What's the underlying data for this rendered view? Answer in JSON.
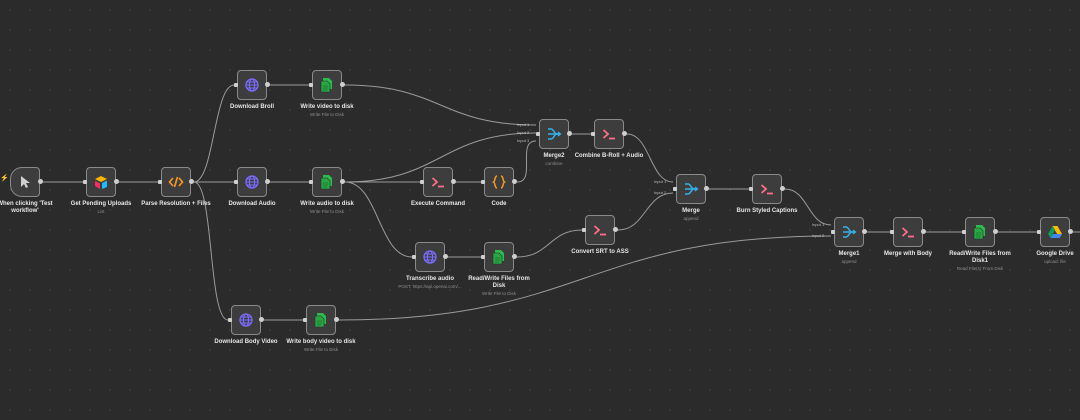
{
  "canvas": {
    "colors": {
      "background": "#2b2b2b",
      "node_fill": "#3d3d3d",
      "node_border": "#8a8a8a",
      "edge": "#9b9b9b",
      "http_icon": "#7b6cff",
      "file_icon": "#2dbb4e",
      "exec_icon": "#ff6d8a",
      "code_icon": "#ff9a1f",
      "merge_icon": "#35b1e8",
      "trigger_icon": "#cfcfcf"
    },
    "nodes": [
      {
        "id": "trigger",
        "label": "When clicking 'Test workflow'",
        "sub": "",
        "icon": "cursor-icon"
      },
      {
        "id": "pending",
        "label": "Get Pending Uploads",
        "sub": "List",
        "icon": "airtable-icon"
      },
      {
        "id": "parse",
        "label": "Parse Resolution + Files",
        "sub": "",
        "icon": "code-icon"
      },
      {
        "id": "dl_broll",
        "label": "Download Broll",
        "sub": "",
        "icon": "globe-icon"
      },
      {
        "id": "write_video",
        "label": "Write video to disk",
        "sub": "Write File to Disk",
        "icon": "file-icon"
      },
      {
        "id": "dl_audio",
        "label": "Download Audio",
        "sub": "",
        "icon": "globe-icon"
      },
      {
        "id": "write_audio",
        "label": "Write audio to disk",
        "sub": "Write File to Disk",
        "icon": "file-icon"
      },
      {
        "id": "exec",
        "label": "Execute Command",
        "sub": "",
        "icon": "terminal-icon"
      },
      {
        "id": "code",
        "label": "Code",
        "sub": "",
        "icon": "braces-icon"
      },
      {
        "id": "merge2",
        "label": "Merge2",
        "sub": "combine",
        "icon": "merge-icon"
      },
      {
        "id": "combine",
        "label": "Combine B-Roll + Audio",
        "sub": "",
        "icon": "terminal-icon"
      },
      {
        "id": "transcribe",
        "label": "Transcribe audio",
        "sub": "POST: https://api.openai.com/...",
        "icon": "globe-icon"
      },
      {
        "id": "rw_files",
        "label": "Read/Write Files from Disk",
        "sub": "Write File to Disk",
        "icon": "file-icon"
      },
      {
        "id": "convert",
        "label": "Convert SRT to ASS",
        "sub": "",
        "icon": "terminal-icon"
      },
      {
        "id": "merge",
        "label": "Merge",
        "sub": "append",
        "icon": "merge-icon"
      },
      {
        "id": "burn",
        "label": "Burn Styled Captions",
        "sub": "",
        "icon": "terminal-icon"
      },
      {
        "id": "dl_body",
        "label": "Download Body Video",
        "sub": "",
        "icon": "globe-icon"
      },
      {
        "id": "write_body",
        "label": "Write body video to disk",
        "sub": "Write File to Disk",
        "icon": "file-icon"
      },
      {
        "id": "merge1",
        "label": "Merge1",
        "sub": "append",
        "icon": "merge-icon"
      },
      {
        "id": "merge_body",
        "label": "Merge with Body",
        "sub": "",
        "icon": "terminal-icon"
      },
      {
        "id": "rw_files1",
        "label": "Read/Write Files from Disk1",
        "sub": "Read File(s) From Disk",
        "icon": "file-icon"
      },
      {
        "id": "gdrive",
        "label": "Google Drive",
        "sub": "upload: file",
        "icon": "google-drive-icon"
      }
    ],
    "input_labels": {
      "merge2": [
        "Input 1",
        "Input 2",
        "Input 3"
      ],
      "merge": [
        "Input 1",
        "Input 2"
      ],
      "merge1": [
        "Input 1",
        "Input 2"
      ]
    }
  }
}
